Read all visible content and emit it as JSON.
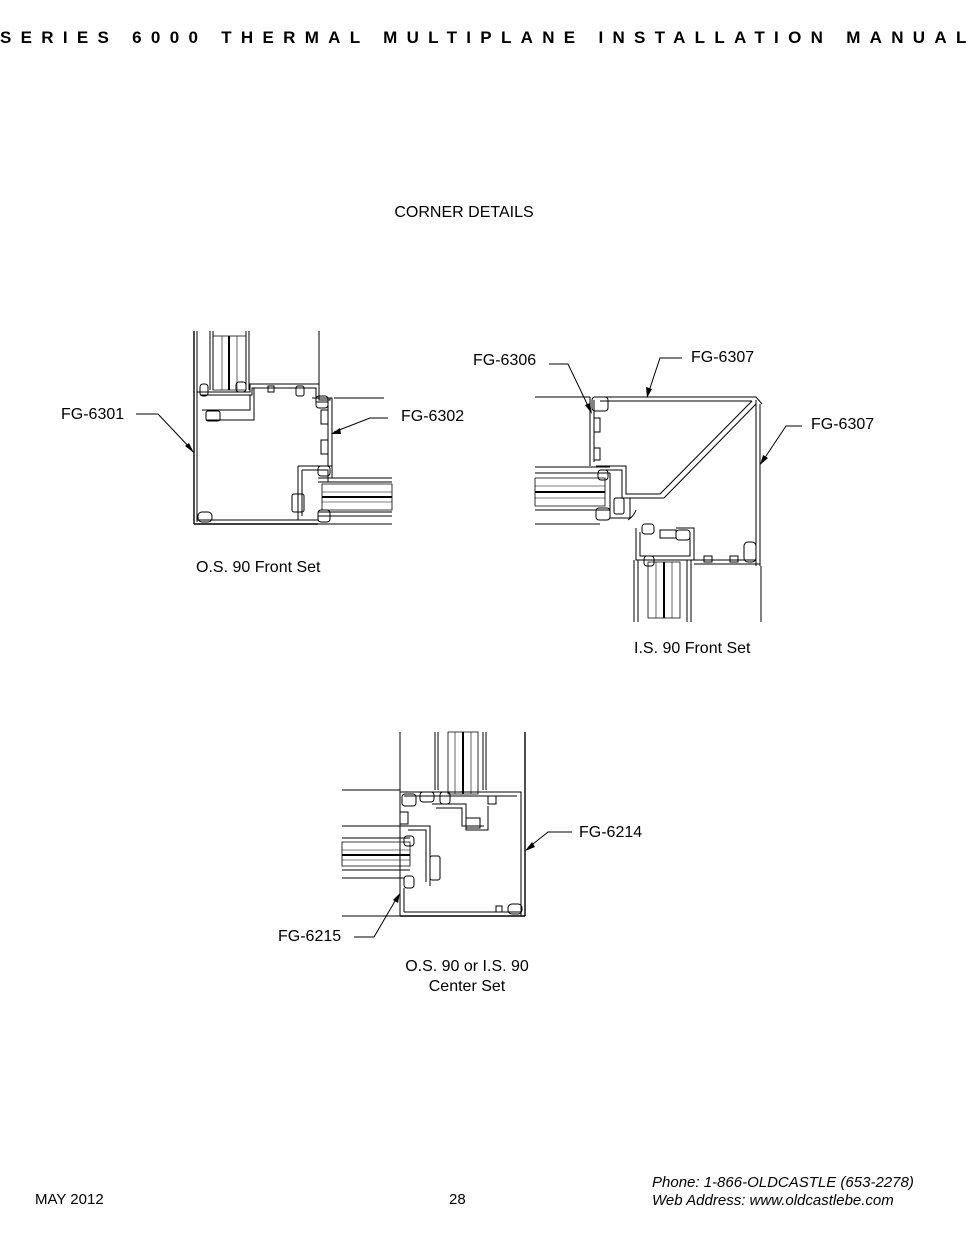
{
  "header": {
    "title": "SERIES 6000 THERMAL MULTIPLANE INSTALLATION MANUAL"
  },
  "section": {
    "title": "CORNER DETAILS"
  },
  "details": [
    {
      "caption": "O.S. 90 Front Set",
      "callouts": [
        "FG-6301",
        "FG-6302"
      ]
    },
    {
      "caption": "I.S. 90 Front Set",
      "callouts": [
        "FG-6306",
        "FG-6307",
        "FG-6307"
      ]
    },
    {
      "caption_line1": "O.S. 90 or I.S. 90",
      "caption_line2": "Center Set",
      "callouts": [
        "FG-6214",
        "FG-6215"
      ]
    }
  ],
  "footer": {
    "date": "MAY 2012",
    "page": "28",
    "phone": "Phone: 1-866-OLDCASTLE (653-2278)",
    "web": "Web Address: www.oldcastlebe.com"
  }
}
